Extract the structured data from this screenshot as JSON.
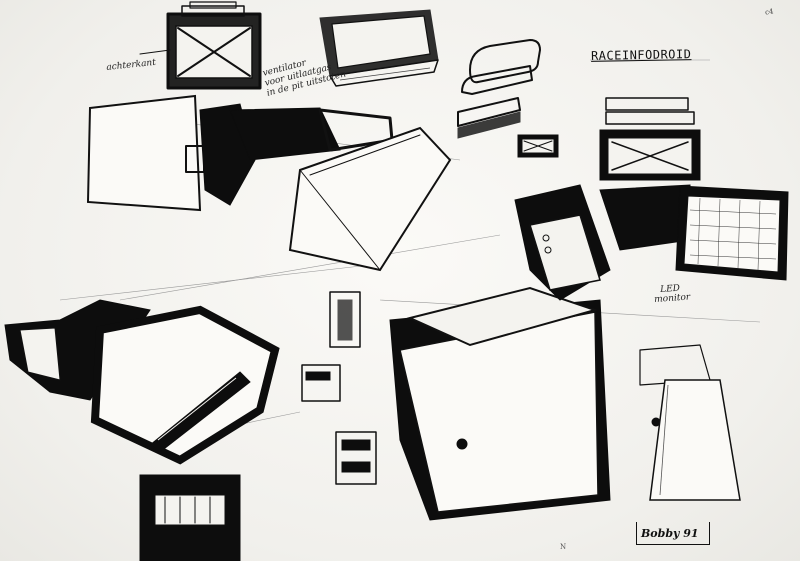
{
  "sheet": {
    "title": "RACEINFODROID",
    "page_mark": "c4",
    "bottom_mark": "N",
    "signature": "Bobby 91"
  },
  "notes": {
    "left_label": "achterkant",
    "vent_label_line1": "ventilator",
    "vent_label_line2": "voor uitlaatgas",
    "vent_label_line3": "in de pit uitstoten",
    "right_label_line1": "LED",
    "right_label_line2": "monitor"
  },
  "colors": {
    "paper": "#f4f3ef",
    "ink": "#111111"
  }
}
